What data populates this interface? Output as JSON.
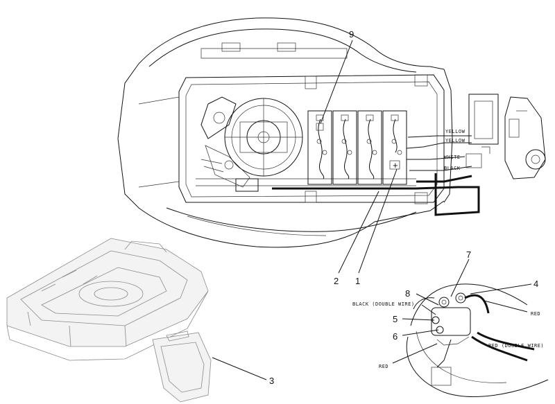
{
  "callouts": {
    "n1": "1",
    "n2": "2",
    "n3": "3",
    "n4": "4",
    "n5": "5",
    "n6": "6",
    "n7": "7",
    "n8": "8",
    "n9": "9"
  },
  "wire_labels": {
    "yellow_1": "YELLOW",
    "yellow_2": "YELLOW",
    "white": "WHITE",
    "black": "BLACK",
    "black_double": "BLACK (DOUBLE WIRE)",
    "red_right": "RED",
    "red_double": "RED (DOUBLE WIRE)",
    "red_bottom": "RED"
  },
  "battery_symbol": "+",
  "colors": {
    "line": "#111111",
    "body": "#8a8a8a",
    "background": "#ffffff"
  }
}
